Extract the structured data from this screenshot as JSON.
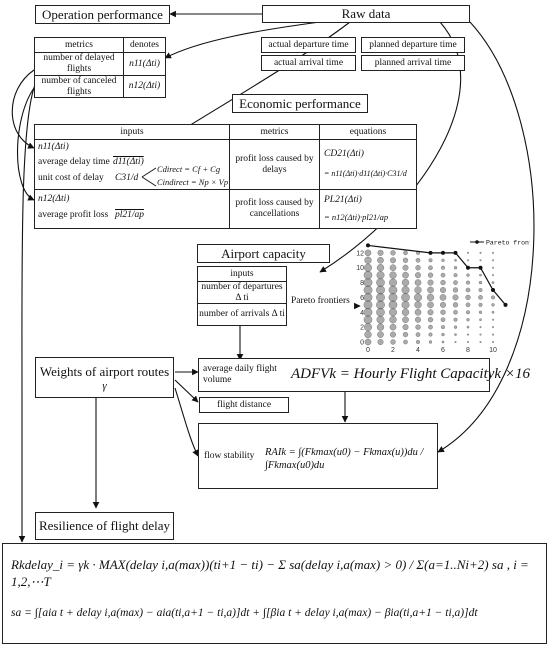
{
  "titles": {
    "operation_performance": "Operation performance",
    "raw_data": "Raw data",
    "economic_performance": "Economic performance",
    "airport_capacity": "Airport capacity",
    "weights_of_routes": "Weights of airport routes",
    "weights_symbol": "γ",
    "resilience": "Resilience of flight delay"
  },
  "operation_table": {
    "headers": [
      "metrics",
      "denotes"
    ],
    "rows": [
      {
        "metric": "number of delayed flights",
        "denote": "n11(Δti)"
      },
      {
        "metric": "number of canceled flights",
        "denote": "n12(Δti)"
      }
    ]
  },
  "raw_data_items": [
    "actual departure time",
    "planned departure time",
    "actual arrival time",
    "planned arrival time"
  ],
  "economic_table": {
    "headers": [
      "inputs",
      "metrics",
      "equations"
    ],
    "row1": {
      "input_symbol": "n11(Δti)",
      "input_lines": [
        "average delay time",
        "unit cost of delay"
      ],
      "delay_symbol": "d11(Δti)",
      "cost_symbol": "C31/d",
      "cost_direct": "Cdirect = Cf + Cg",
      "cost_indirect": "Cindirect = Np × Vp",
      "metric": "profit loss caused by delays",
      "equation_top": "CD21(Δti)",
      "equation_bottom": "= n11(Δti)·d11(Δti)·C31/d"
    },
    "row2": {
      "input_symbol": "n12(Δti)",
      "input_lines": [
        "average profit loss"
      ],
      "profit_symbol": "pl21/ap",
      "metric": "profit loss caused by cancellations",
      "equation_top": "PL21(Δti)",
      "equation_bottom": "= n12(Δti)·pl21/ap"
    }
  },
  "capacity_inputs": {
    "header": "inputs",
    "departures": "number of departures Δ ti",
    "arrivals": "number of arrivals Δ ti",
    "pareto_label": "Pareto frontiers"
  },
  "pareto_chart": {
    "legend": "Pareto frontier",
    "x_ticks": [
      "0",
      "2",
      "4",
      "6",
      "8",
      "10"
    ],
    "y_ticks": [
      "0",
      "2",
      "4",
      "6",
      "8",
      "10",
      "12"
    ],
    "frontier": [
      [
        0,
        13
      ],
      [
        5,
        12
      ],
      [
        6,
        12
      ],
      [
        7,
        12
      ],
      [
        8,
        10
      ],
      [
        9,
        10
      ],
      [
        10,
        7
      ],
      [
        11,
        5
      ]
    ]
  },
  "adfv": {
    "label": "average daily flight volume",
    "formula": "ADFVk = Hourly Flight Capacityk ×16"
  },
  "flight_distance": "flight distance",
  "rai": {
    "label": "flow stability",
    "formula": "RAIk = ∫(Fkmax(u0) − Fkmax(u))du / ∫Fkmax(u0)du"
  },
  "resilience_formula": {
    "line1": "Rkdelay_i = γk · MAX(delay i,a(max))(ti+1 − ti) − Σ sa(delay i,a(max) > 0) / Σ(a=1..Ni+2) sa , i = 1,2,⋯T",
    "line2": "sa = ∫[aia t + delay i,a(max) − aia(ti,a+1 − ti,a)]dt + ∫[βia t + delay i,a(max) − βia(ti,a+1 − ti,a)]dt"
  }
}
